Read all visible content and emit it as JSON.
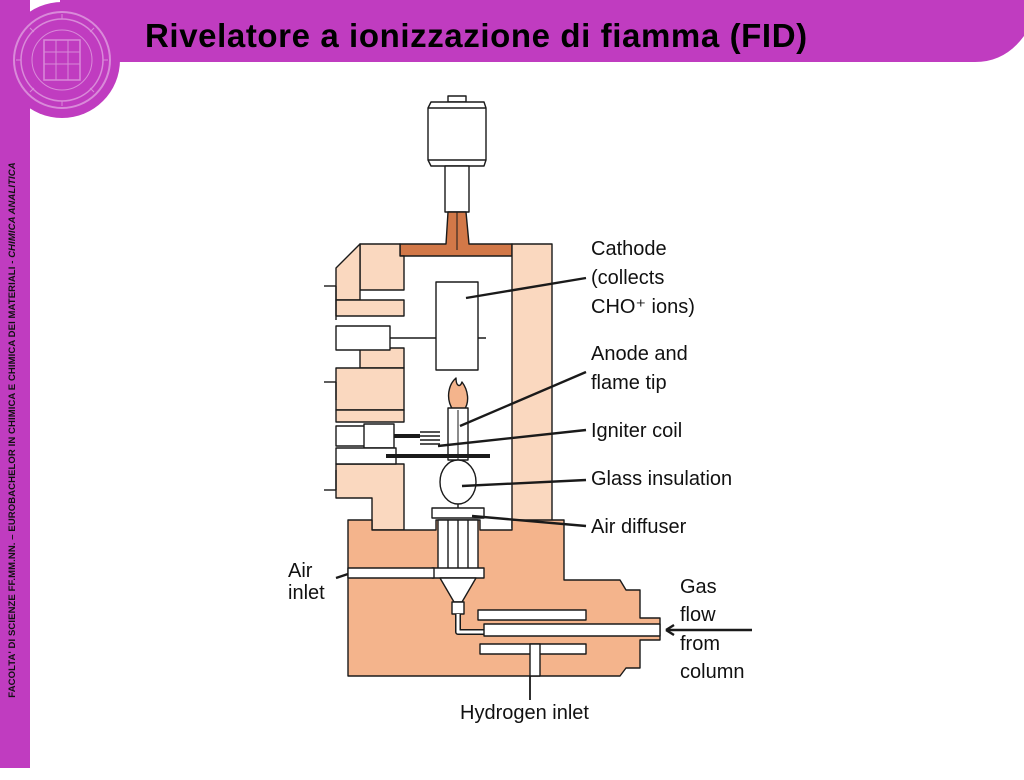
{
  "slide": {
    "title": "Rivelatore a ionizzazione di fiamma (FID)",
    "side_text_main": "FACOLTA' DI SCIENZE FF.MM.NN. – EUROBACHELOR IN CHIMICA E CHIMICA DEI MATERIALI - ",
    "side_text_italic": "CHIMICA ANALITICA",
    "logo": "university-seal"
  },
  "colors": {
    "header": "#c03cc0",
    "left_bar": "#c03cc0",
    "body_fill": "#f4b48c",
    "light_fill": "#fad8bf",
    "copper": "#d27848",
    "line": "#1a1a1a"
  },
  "diagram": {
    "labels": {
      "cathode": [
        "Cathode",
        "(collects",
        "CHO⁺ ions)"
      ],
      "anode": [
        "Anode and",
        "flame tip"
      ],
      "igniter": "Igniter coil",
      "glass": "Glass insulation",
      "air_diffuser": "Air diffuser",
      "air_inlet": [
        "Air",
        "inlet"
      ],
      "gas_flow": [
        "Gas",
        "flow",
        "from",
        "column"
      ],
      "hydrogen": "Hydrogen inlet"
    }
  }
}
